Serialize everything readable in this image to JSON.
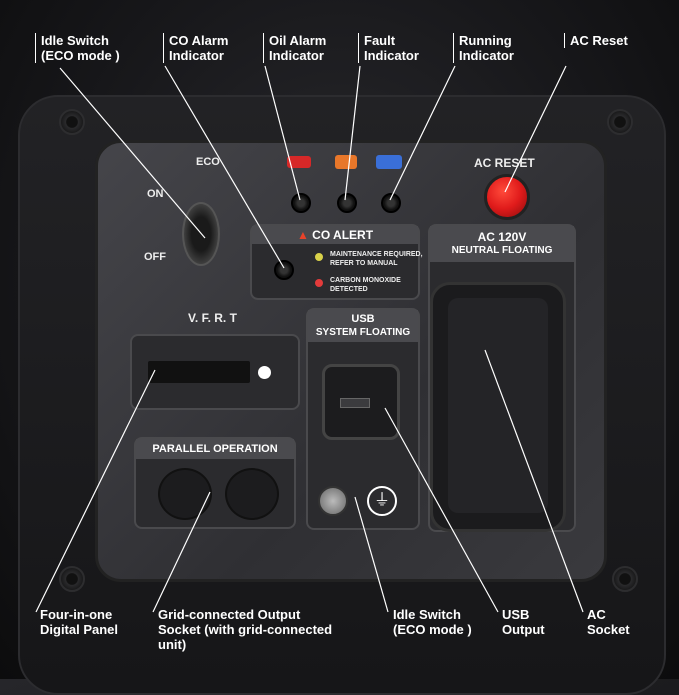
{
  "callouts_top": [
    {
      "line1": "Idle Switch",
      "line2": "(ECO mode )"
    },
    {
      "line1": "CO Alarm",
      "line2": "Indicator"
    },
    {
      "line1": "Oil Alarm",
      "line2": "Indicator"
    },
    {
      "line1": "Fault",
      "line2": "Indicator"
    },
    {
      "line1": "Running",
      "line2": "Indicator"
    },
    {
      "line1": "AC Reset",
      "line2": ""
    }
  ],
  "callouts_bottom": [
    {
      "line1": "Four-in-one",
      "line2": "Digital Panel",
      "line3": ""
    },
    {
      "line1": "Grid-connected Output",
      "line2": "Socket (with grid-connected",
      "line3": "unit)"
    },
    {
      "line1": "Idle Switch",
      "line2": "(ECO mode )",
      "line3": ""
    },
    {
      "line1": "USB",
      "line2": "Output",
      "line3": ""
    },
    {
      "line1": "AC",
      "line2": "Socket",
      "line3": ""
    }
  ],
  "panel": {
    "eco": "ECO",
    "on": "ON",
    "off": "OFF",
    "ac_reset": "AC RESET",
    "co_alert": "CO ALERT",
    "maintenance": "MAINTENANCE REQUIRED,",
    "maintenance2": "REFER TO MANUAL",
    "carbon": "CARBON MONOXIDE",
    "carbon2": "DETECTED",
    "ac_title": "AC 120V",
    "ac_sub": "NEUTRAL FLOATING",
    "vfrt": "V. F. R. T",
    "usb_title": "USB",
    "usb_sub": "SYSTEM FLOATING",
    "parallel": "PARALLEL OPERATION"
  },
  "colors": {
    "reset_button": "#e01b1b",
    "oil_icon": "#d62828",
    "fault_icon": "#e8772a",
    "run_icon": "#3a6fd8",
    "led_yellow": "#d9d24a",
    "led_red": "#e33b3b"
  }
}
